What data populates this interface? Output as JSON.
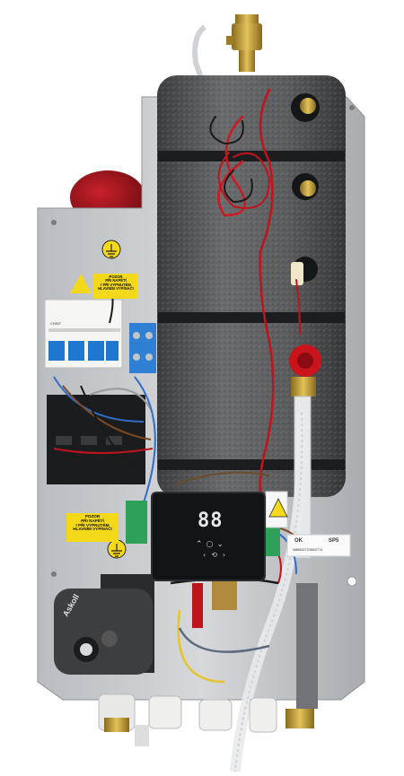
{
  "photo": {
    "subject": "",
    "display_readout": "88",
    "left_warning_label": [
      "POZOR",
      "PŘI NAPĚTÍ",
      "I PŘI VYPNUTÉM",
      "HLAVNÍM VYPÍNAČI"
    ],
    "lower_warning_label": [
      "POZOR",
      "PŘI NAPĚTÍ",
      "I PŘI VYPNUTÉM",
      "HLAVNÍM VYPÍNAČI"
    ],
    "pump_brand": "Askoll",
    "breaker_brand": "CHINT",
    "sticker_text": "OK",
    "sticker_code": "SP5",
    "sticker_serial": "08865327709602774"
  }
}
